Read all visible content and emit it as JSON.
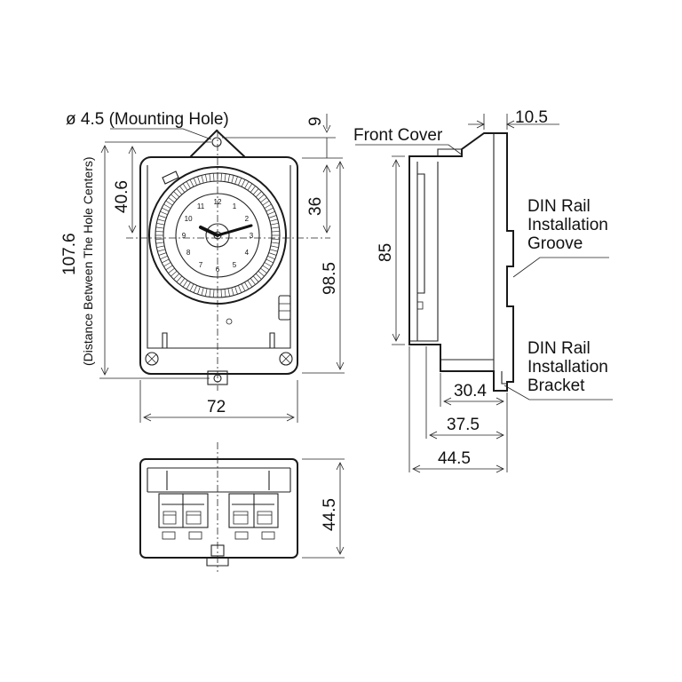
{
  "labels": {
    "mounting_hole": "ø 4.5  (Mounting Hole)",
    "front_cover": "Front Cover",
    "din_groove": [
      "DIN Rail",
      "Installation",
      "Groove"
    ],
    "din_bracket": [
      "DIN Rail",
      "Installation",
      "Bracket"
    ],
    "hole_distance_note": "(Distance Between The Hole Centers)"
  },
  "dimensions": {
    "top_offset": "9",
    "side_top_depth": "10.5",
    "hole_to_center": "40.6",
    "center_to_top": "36",
    "hole_distance": "107.6",
    "height": "98.5",
    "width": "72",
    "side_height": "85",
    "depth_30": "30.4",
    "depth_37": "37.5",
    "depth_44": "44.5",
    "bottom_depth": "44.5"
  },
  "dial": {
    "inner_numbers": [
      "12",
      "1",
      "2",
      "3",
      "4",
      "5",
      "6",
      "7",
      "8",
      "9",
      "10",
      "11"
    ]
  }
}
